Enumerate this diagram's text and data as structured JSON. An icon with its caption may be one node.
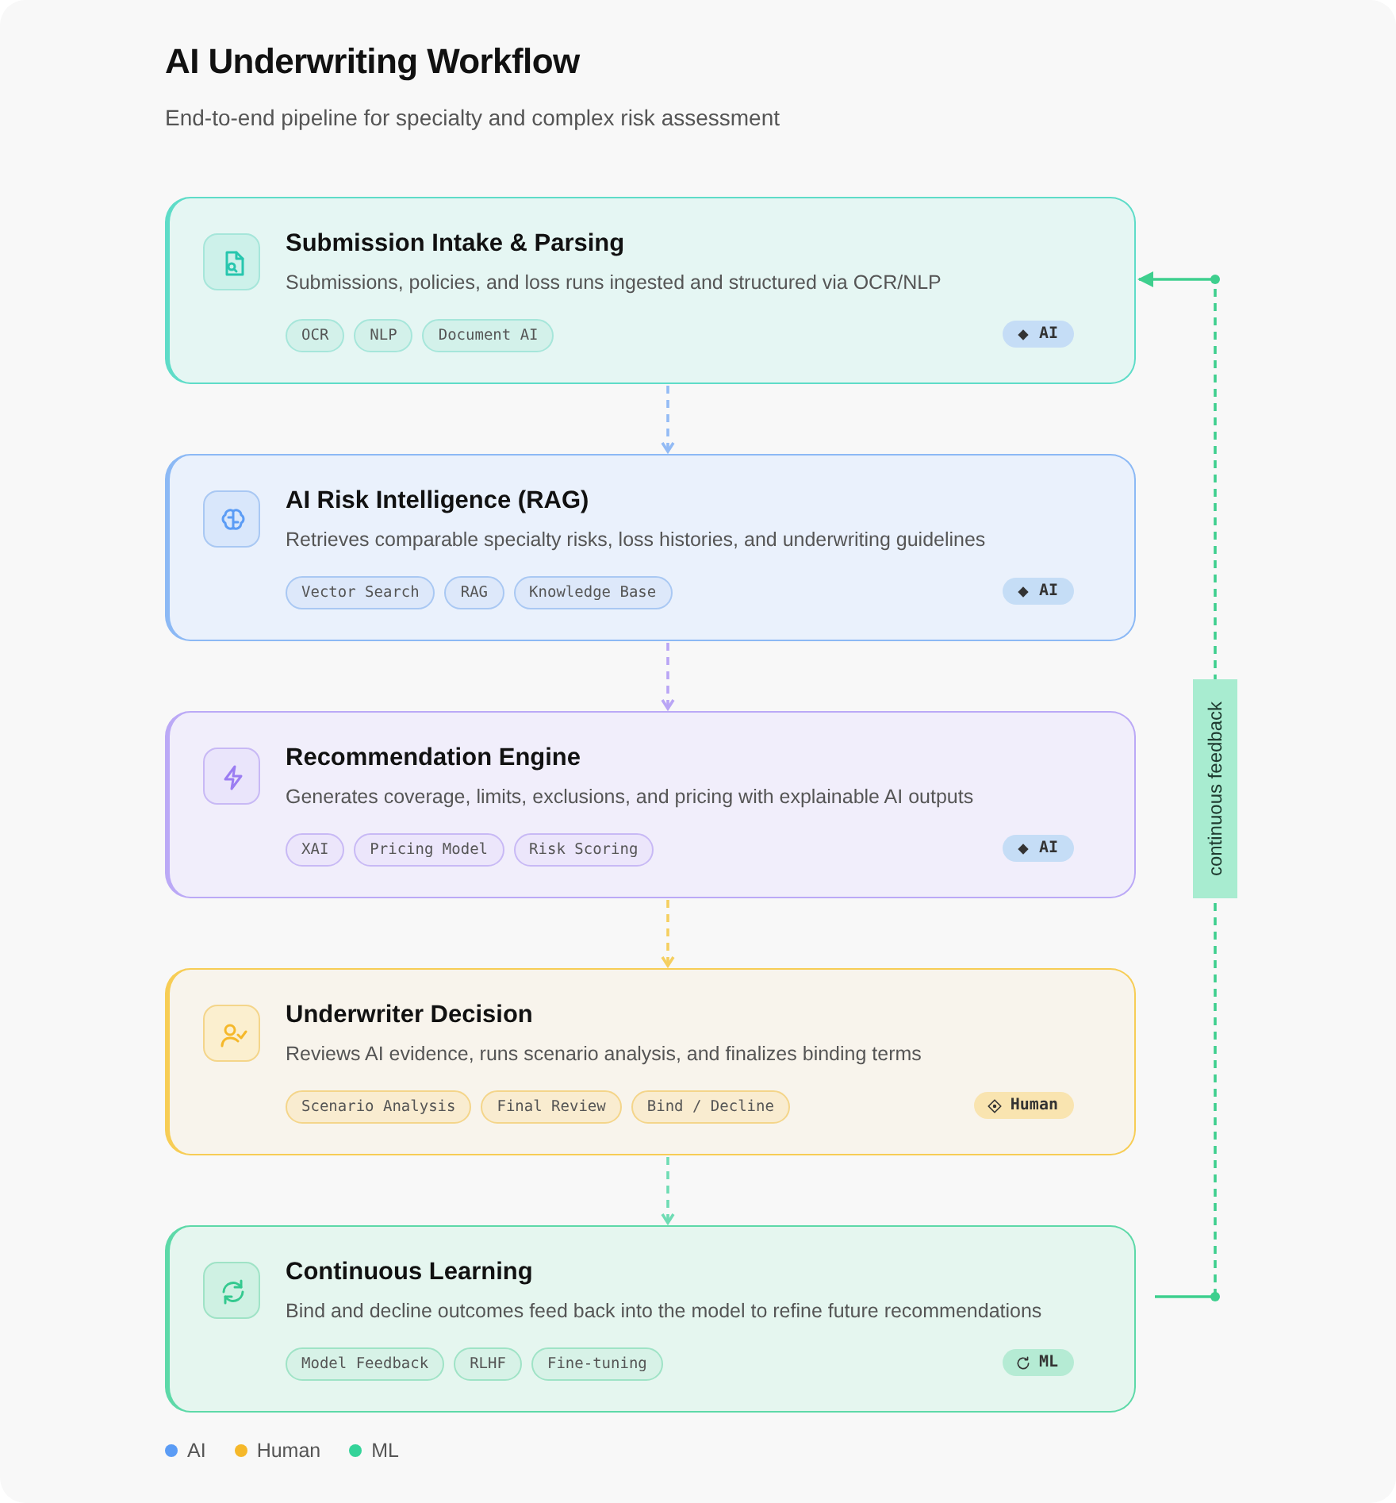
{
  "diagram": {
    "title": "AI Underwriting Workflow",
    "caption": "End-to-end pipeline for specialty and complex risk assessment",
    "nodes": [
      {
        "text": [
          "Submission Intake & Parsing",
          "Submissions, policies, and loss runs ingested and structured via OCR/NLP",
          "OCR",
          "NLP",
          "Document AI",
          "AI"
        ]
      },
      {
        "text": [
          "AI Risk Intelligence (RAG)",
          "Retrieves comparable specialty risks, loss histories, and underwriting guidelines",
          "Vector Search",
          "RAG",
          "Knowledge Base",
          "AI"
        ]
      },
      {
        "text": [
          "Recommendation Engine",
          "Generates coverage, limits, exclusions, and pricing with explainable AI outputs",
          "XAI",
          "Pricing Model",
          "Risk Scoring",
          "AI"
        ]
      },
      {
        "text": [
          "Underwriter Decision",
          "Reviews AI evidence, runs scenario analysis, and finalizes binding terms",
          "Scenario Analysis",
          "Final Review",
          "Bind / Decline",
          "Human"
        ]
      },
      {
        "text": [
          "Continuous Learning",
          "Bind and decline outcomes feed back into the model to refine future recommendations",
          "Model Feedback",
          "RLHF",
          "Fine-tuning",
          "ML"
        ]
      }
    ],
    "edges": [
      {
        "from": 0,
        "to": 1,
        "arrow": "to",
        "style": "dashed",
        "color": "#93bbf5"
      },
      {
        "from": 1,
        "to": 2,
        "arrow": "to",
        "style": "dashed",
        "color": "#b9a5f5"
      },
      {
        "from": 2,
        "to": 3,
        "arrow": "to",
        "style": "dashed",
        "color": "#f5cf60"
      },
      {
        "from": 3,
        "to": 4,
        "arrow": "to",
        "style": "dashed",
        "color": "#6fdcb4"
      },
      {
        "from": 4,
        "to": 0,
        "arrow": "to",
        "style": "dashed",
        "color": "#3ecf8e",
        "label": "continuous feedback"
      }
    ],
    "legend": [
      {
        "text": "AI",
        "color": "#5b9cf5"
      },
      {
        "text": "Human",
        "color": "#f5b82a"
      },
      {
        "text": "ML",
        "color": "#34d399"
      }
    ]
  }
}
